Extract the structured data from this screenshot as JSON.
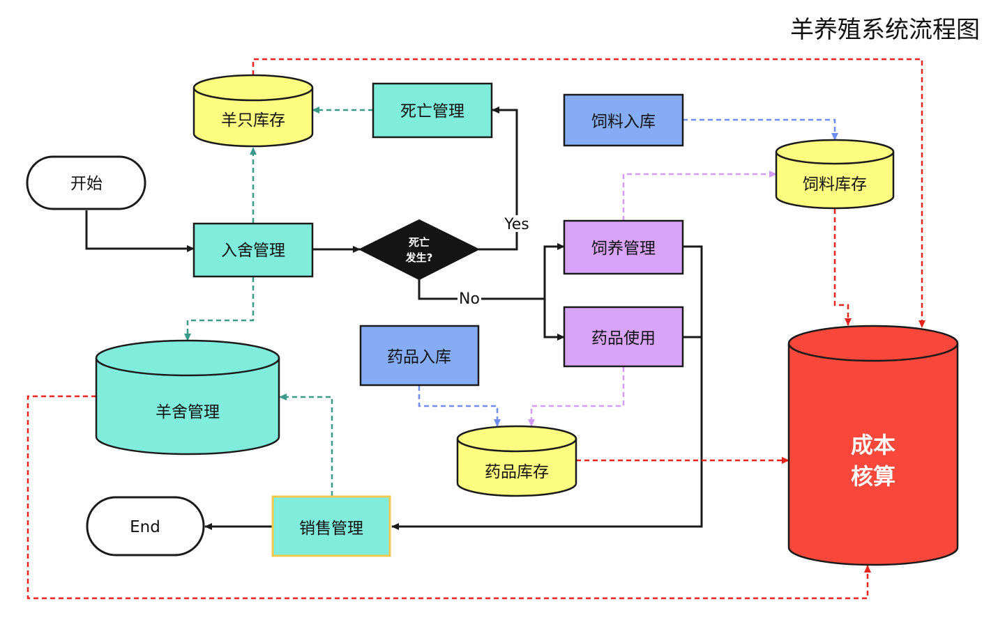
{
  "title": "羊养殖系统流程图",
  "colors": {
    "process_teal": "#80ecdb",
    "process_purple": "#d8a4fa",
    "process_blue": "#86acf5",
    "storage_yellow": "#fcfc80",
    "cost_red": "#f9473c",
    "decision_black": "#141414",
    "sales_border": "#f2c94c",
    "line_black": "#1a1a1a",
    "line_teal": "#3a9a8a",
    "line_blue": "#6f8df0",
    "line_purple": "#d29cf6",
    "line_red": "#e8231b"
  },
  "nodes": {
    "start": "开始",
    "end": "End",
    "checkin": "入舍管理",
    "death_decision_line1": "死亡",
    "death_decision_line2": "发生?",
    "death_mgmt": "死亡管理",
    "sheep_stock": "羊只库存",
    "feed_in": "饲料入库",
    "feed_stock": "饲料库存",
    "feeding": "饲养管理",
    "medicine_use": "药品使用",
    "medicine_in": "药品入库",
    "medicine_stock": "药品库存",
    "pen_mgmt": "羊舍管理",
    "sales": "销售管理",
    "cost_line1": "成本",
    "cost_line2": "核算"
  },
  "edges": {
    "yes": "Yes",
    "no": "No"
  }
}
